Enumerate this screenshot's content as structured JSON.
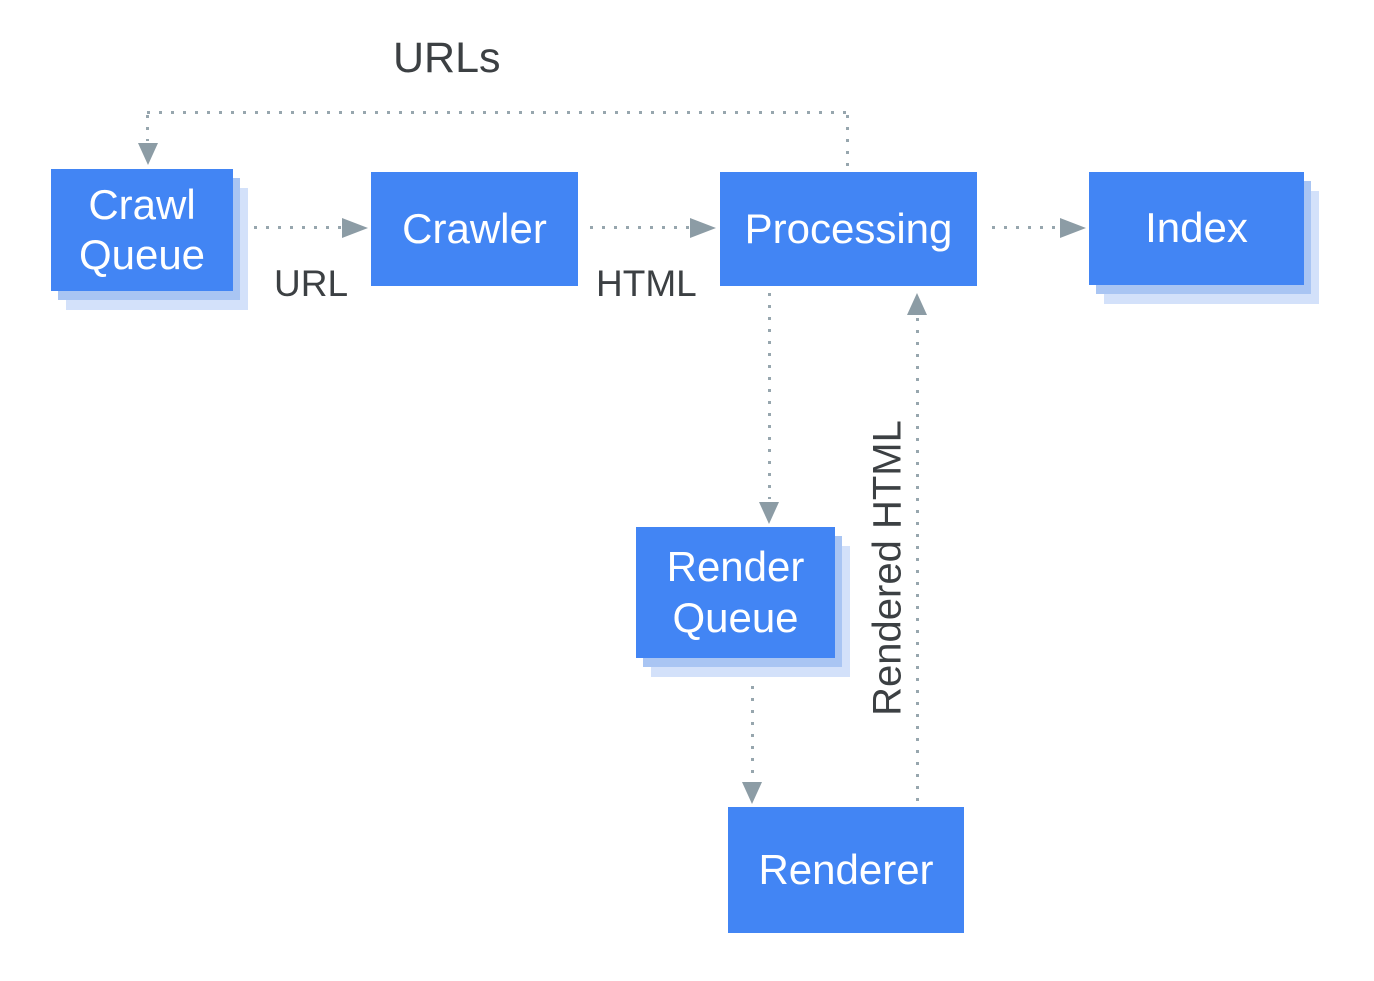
{
  "diagram": {
    "nodes": [
      {
        "id": "crawl-queue",
        "label": "Crawl Queue",
        "shadow": true
      },
      {
        "id": "crawler",
        "label": "Crawler",
        "shadow": false
      },
      {
        "id": "processing",
        "label": "Processing",
        "shadow": false
      },
      {
        "id": "index",
        "label": "Index",
        "shadow": true
      },
      {
        "id": "render-queue",
        "label": "Render Queue",
        "shadow": true
      },
      {
        "id": "renderer",
        "label": "Renderer",
        "shadow": false
      }
    ],
    "edges": [
      {
        "from": "processing",
        "to": "crawl-queue",
        "label": "URLs",
        "style": "dotted"
      },
      {
        "from": "crawl-queue",
        "to": "crawler",
        "label": "URL",
        "style": "dotted"
      },
      {
        "from": "crawler",
        "to": "processing",
        "label": "HTML",
        "style": "dotted"
      },
      {
        "from": "processing",
        "to": "index",
        "label": "",
        "style": "dotted"
      },
      {
        "from": "processing",
        "to": "render-queue",
        "label": "",
        "style": "dotted"
      },
      {
        "from": "render-queue",
        "to": "renderer",
        "label": "",
        "style": "dotted"
      },
      {
        "from": "renderer",
        "to": "processing",
        "label": "Rendered HTML",
        "style": "dotted"
      }
    ],
    "colors": {
      "background": "#FFFFFF",
      "node_fill": "#4285F4",
      "node_text": "#FFFFFF",
      "shadow_inner": "#A9C5F3",
      "shadow_outer": "#D3E1FA",
      "edge": "#97A6AE",
      "arrowhead": "#8C9CA5",
      "label_text": "#3C4043"
    }
  }
}
